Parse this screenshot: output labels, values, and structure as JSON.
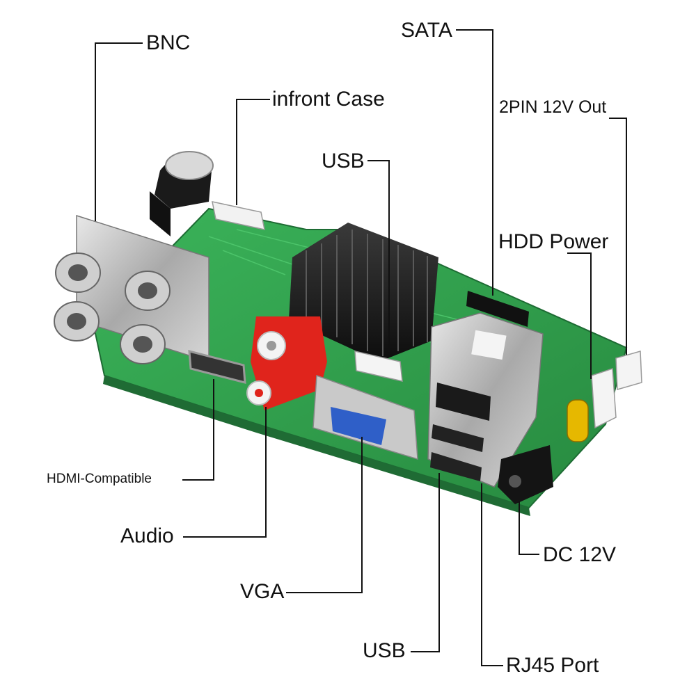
{
  "labels": {
    "bnc": "BNC",
    "infront_case": "infront Case",
    "usb_top": "USB",
    "sata": "SATA",
    "pin12v_out": "2PIN 12V Out",
    "hdd_power": "HDD Power",
    "hdmi": "HDMI-Compatible",
    "audio": "Audio",
    "vga": "VGA",
    "usb_bottom": "USB",
    "rj45": "RJ45 Port",
    "dc12v": "DC 12V"
  },
  "colors": {
    "pcb": "#2f9e4c",
    "pcb_dark": "#1f7a38",
    "heatsink": "#1a1a1a",
    "bnc_metal": "#b9b9b9",
    "rca_red": "#e0241c",
    "vga_blue": "#2f5fc8",
    "capacitor": "#e6b800",
    "leader_line": "#111111"
  }
}
